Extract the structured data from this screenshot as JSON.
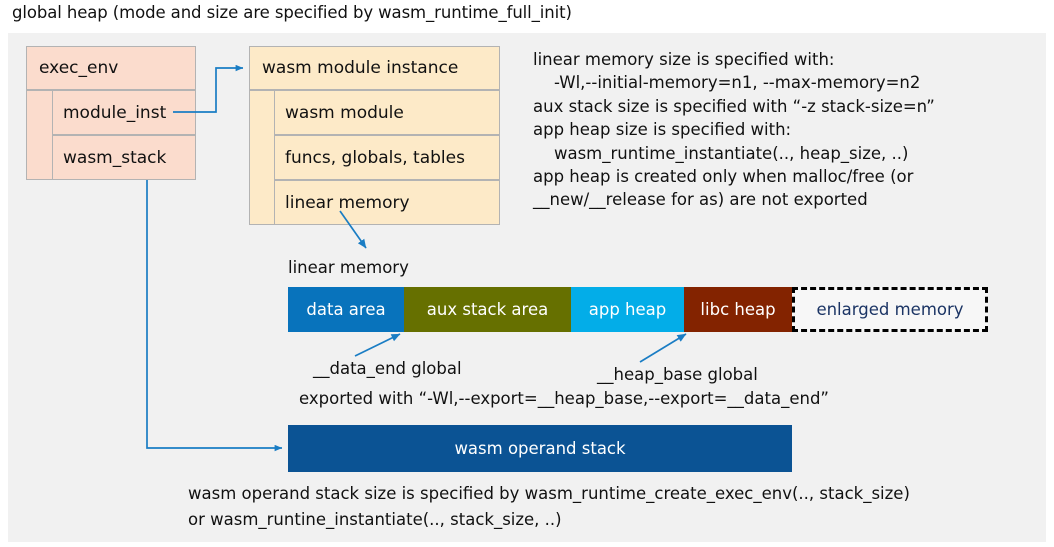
{
  "title": "global heap (mode and size are specified by wasm_runtime_full_init)",
  "colors": {
    "panel_bg": "#f1f1f1",
    "exec_env_fill": "#fbdccd",
    "module_fill": "#fdeac8",
    "struct_border": "#b3b3b3",
    "connector": "#1a7dc4",
    "data_area": "#0873bc",
    "aux_stack_area": "#667000",
    "app_heap": "#03ade8",
    "libc_heap": "#832300",
    "enlarged_border": "#000000",
    "enlarged_text": "#1b3464",
    "operand_stack": "#0b5394"
  },
  "exec_env": {
    "header": "exec_env",
    "fields": [
      "module_inst",
      "wasm_stack"
    ]
  },
  "module_instance": {
    "header": "wasm module instance",
    "fields": [
      "wasm module",
      "funcs, globals, tables",
      "linear memory"
    ]
  },
  "right_note": "linear memory size is specified with:\n    -Wl,--initial-memory=n1, --max-memory=n2\naux stack size is specified with “-z stack-size=n”\napp heap size is specified with:\n    wasm_runtime_instantiate(.., heap_size, ..)\napp heap is created only when malloc/free (or\n__new/__release for as) are not exported",
  "linear_memory": {
    "label": "linear memory",
    "segments": [
      {
        "label": "data area",
        "color": "#0873bc",
        "width": 116,
        "text_color": "#ffffff",
        "dashed": false
      },
      {
        "label": "aux stack area",
        "color": "#667000",
        "width": 167,
        "text_color": "#ffffff",
        "dashed": false
      },
      {
        "label": "app heap",
        "color": "#03ade8",
        "width": 113,
        "text_color": "#ffffff",
        "dashed": false
      },
      {
        "label": "libc heap",
        "color": "#832300",
        "width": 108,
        "text_color": "#ffffff",
        "dashed": false
      },
      {
        "label": "enlarged memory",
        "color": "#f7f7f7",
        "width": 196,
        "text_color": "#1b3464",
        "dashed": true
      }
    ]
  },
  "annotations": {
    "data_end": "__data_end global",
    "heap_base": "__heap_base global",
    "exported_with": "exported with “-Wl,--export=__heap_base,--export=__data_end”"
  },
  "operand_stack": {
    "label": "wasm operand stack",
    "note": "wasm operand stack size is specified by wasm_runtime_create_exec_env(.., stack_size)\nor wasm_runtine_instantiate(.., stack_size, ..)"
  }
}
